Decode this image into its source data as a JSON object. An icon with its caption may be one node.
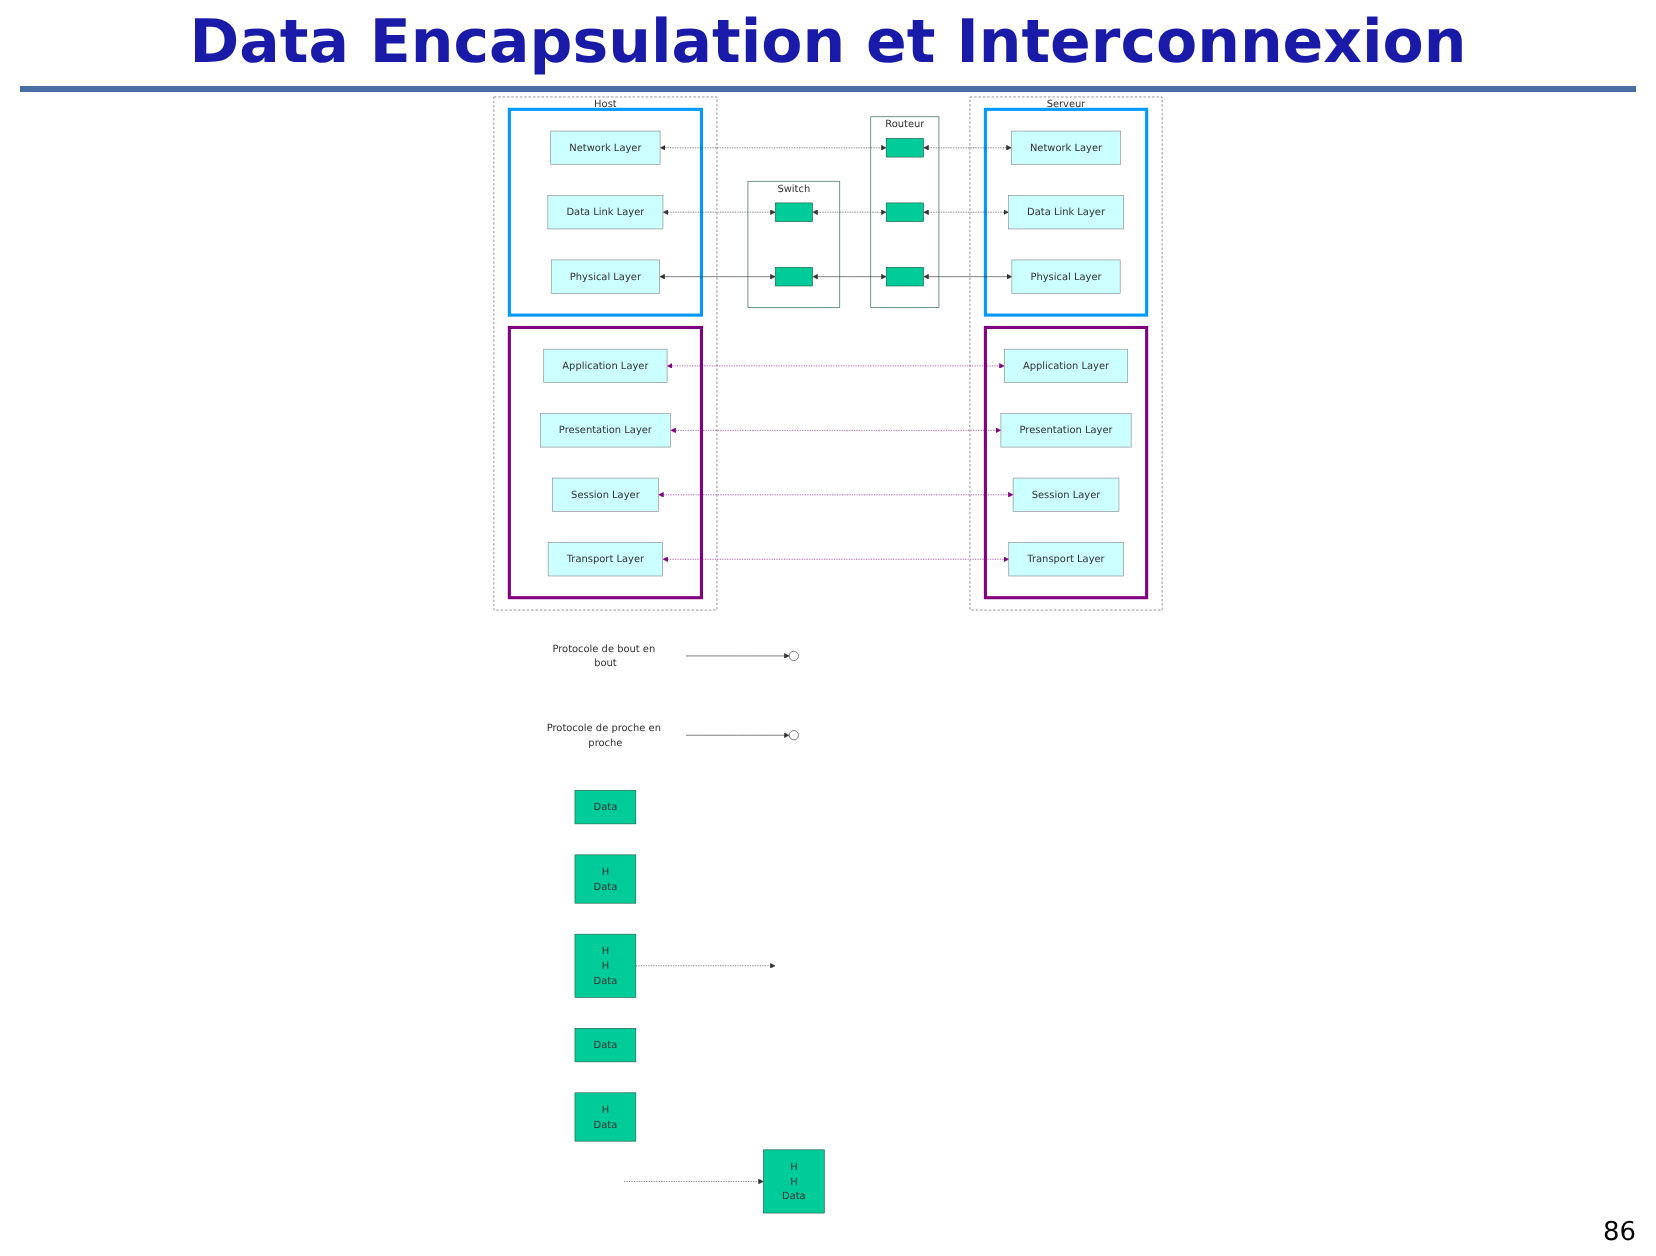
{
  "diagram": {
    "title": "Data Encapsulation et Interconnexion",
    "nodes": [
      {
        "text": [
          "Host"
        ]
      },
      {
        "text": [],
        "shape": "box",
        "in": 0
      },
      {
        "text": [
          "Application Layer"
        ],
        "in": 1
      },
      {
        "text": [
          "Presentation Layer"
        ],
        "in": 1
      },
      {
        "text": [
          "Session Layer"
        ],
        "in": 1
      },
      {
        "text": [
          "Transport Layer"
        ],
        "in": 1
      },
      {
        "text": [],
        "shape": "box",
        "in": 0
      },
      {
        "text": [
          "Network Layer"
        ],
        "in": 6
      },
      {
        "text": [
          "Data Link Layer"
        ],
        "in": 6
      },
      {
        "text": [
          "Physical Layer"
        ],
        "in": 6
      },
      {
        "text": [
          "Switch"
        ]
      },
      {
        "text": [],
        "shape": "box",
        "in": 10
      },
      {
        "text": [],
        "shape": "box",
        "in": 10
      },
      {
        "text": [
          "Routeur"
        ]
      },
      {
        "text": [],
        "shape": "box",
        "in": 13
      },
      {
        "text": [],
        "shape": "box",
        "in": 13
      },
      {
        "text": [],
        "shape": "box",
        "in": 13
      },
      {
        "text": [
          "Serveur"
        ]
      },
      {
        "text": [],
        "shape": "box",
        "in": 17
      },
      {
        "text": [
          "Application Layer"
        ],
        "in": 18
      },
      {
        "text": [
          "Presentation Layer"
        ],
        "in": 18
      },
      {
        "text": [
          "Session Layer"
        ],
        "in": 18
      },
      {
        "text": [
          "Transport Layer"
        ],
        "in": 18
      },
      {
        "text": [],
        "shape": "box",
        "in": 17
      },
      {
        "text": [
          "Network Layer"
        ],
        "in": 23
      },
      {
        "text": [
          "Data Link Layer"
        ],
        "in": 23
      },
      {
        "text": [
          "Physical Layer"
        ],
        "in": 23
      },
      {
        "text": [],
        "shape": "ellipse"
      },
      {
        "text": [],
        "shape": "ellipse"
      },
      {
        "text": [
          "Protocole de bout en bout"
        ]
      },
      {
        "text": [
          "Protocole de proche en proche"
        ]
      },
      {
        "text": [
          "Data"
        ]
      },
      {
        "text": [
          "H",
          "Data"
        ]
      },
      {
        "text": [
          "H",
          "H",
          "Data"
        ]
      },
      {
        "text": [
          "Data"
        ]
      },
      {
        "text": [
          "H",
          "Data"
        ]
      },
      {
        "text": [
          "H",
          "H",
          "Data"
        ]
      }
    ],
    "edges": [
      {
        "from": 2,
        "to": 19,
        "arrow": "both",
        "style": "dashed",
        "color": "#800080"
      },
      {
        "from": 3,
        "to": 20,
        "arrow": "both",
        "style": "dashed",
        "color": "#800080"
      },
      {
        "from": 4,
        "to": 21,
        "arrow": "both",
        "style": "dashed",
        "color": "#800080"
      },
      {
        "from": 5,
        "to": 22,
        "arrow": "both",
        "style": "dashed",
        "color": "#800080"
      },
      {
        "from": 7,
        "to": 14,
        "arrow": "both",
        "style": "dashed"
      },
      {
        "from": 14,
        "to": 24,
        "arrow": "both",
        "style": "dashed"
      },
      {
        "from": 8,
        "to": 11,
        "arrow": "both",
        "style": "dashed"
      },
      {
        "from": 11,
        "to": 15,
        "arrow": "both",
        "style": "dashed"
      },
      {
        "from": 15,
        "to": 25,
        "arrow": "both",
        "style": "dashed"
      },
      {
        "from": 9,
        "to": 12,
        "arrow": "both"
      },
      {
        "from": 12,
        "to": 16,
        "arrow": "both"
      },
      {
        "from": 16,
        "to": 26,
        "arrow": "both"
      },
      {
        "from": 29,
        "to": 27,
        "arrow": "to"
      },
      {
        "from": 30,
        "to": 28,
        "arrow": "to"
      },
      {
        "from": 33,
        "to": null,
        "arrow": "to",
        "style": "dashed"
      },
      {
        "from": null,
        "to": 36,
        "arrow": "to",
        "style": "dashed"
      }
    ],
    "labels": [
      "86"
    ]
  }
}
